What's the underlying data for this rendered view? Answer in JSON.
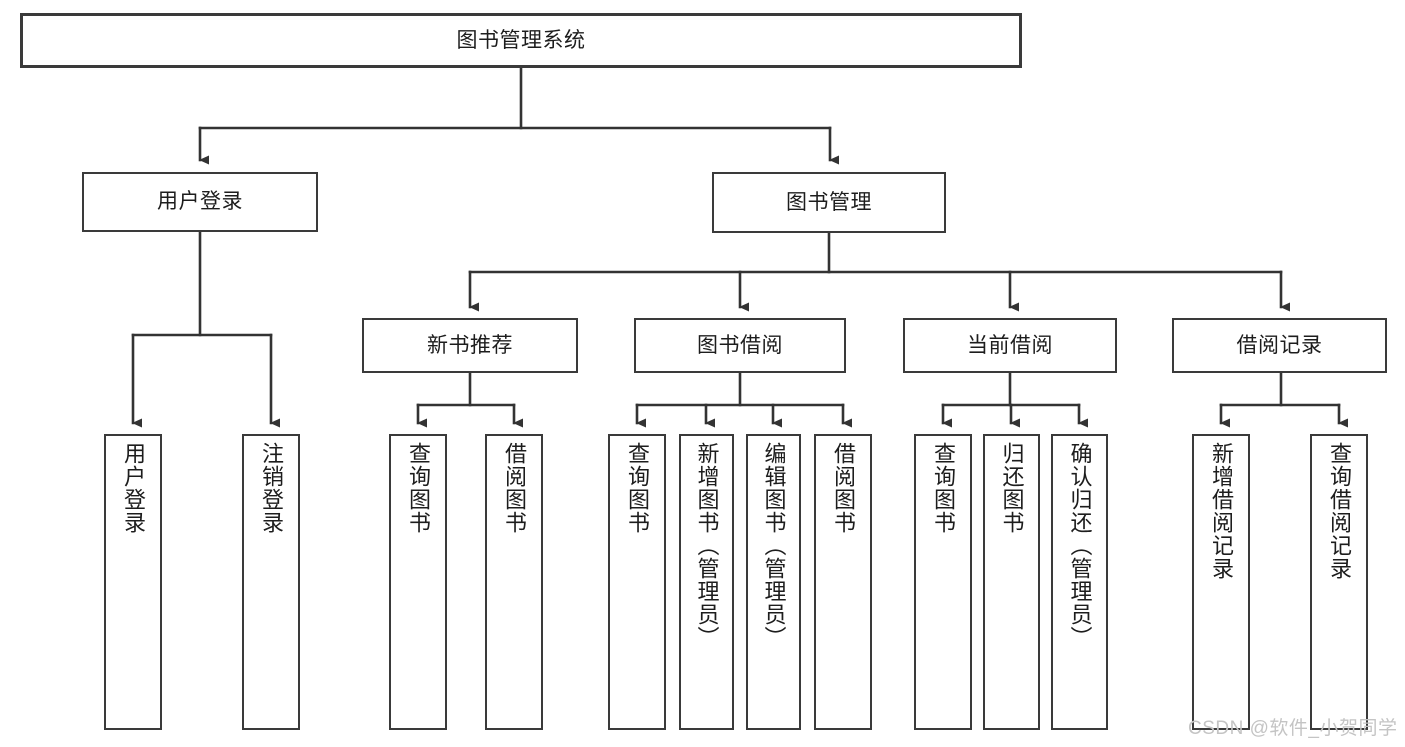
{
  "diagram": {
    "type": "tree",
    "title": "图书管理系统",
    "orientation": "top-down",
    "colors": {
      "box_border": "#3a3a3a",
      "box_fill": "#ffffff",
      "connector": "#333333",
      "text": "#1d1d1d",
      "watermark": "#c4c4c4"
    },
    "root": {
      "label": "图书管理系统"
    },
    "level2": [
      {
        "label": "用户登录"
      },
      {
        "label": "图书管理"
      }
    ],
    "level3": [
      {
        "label": "新书推荐"
      },
      {
        "label": "图书借阅"
      },
      {
        "label": "当前借阅"
      },
      {
        "label": "借阅记录"
      }
    ],
    "leaves": {
      "user_login": [
        {
          "label": "用户登录"
        },
        {
          "label": "注销登录"
        }
      ],
      "new_book_recommend": [
        {
          "label": "查询图书"
        },
        {
          "label": "借阅图书"
        }
      ],
      "book_borrow": [
        {
          "label": "查询图书"
        },
        {
          "label": "新增图书（管理员）"
        },
        {
          "label": "编辑图书（管理员）"
        },
        {
          "label": "借阅图书"
        }
      ],
      "current_borrow": [
        {
          "label": "查询图书"
        },
        {
          "label": "归还图书"
        },
        {
          "label": "确认归还（管理员）"
        }
      ],
      "borrow_record": [
        {
          "label": "新增借阅记录"
        },
        {
          "label": "查询借阅记录"
        }
      ]
    }
  },
  "watermark": {
    "text": "CSDN @软件_小贺同学"
  }
}
